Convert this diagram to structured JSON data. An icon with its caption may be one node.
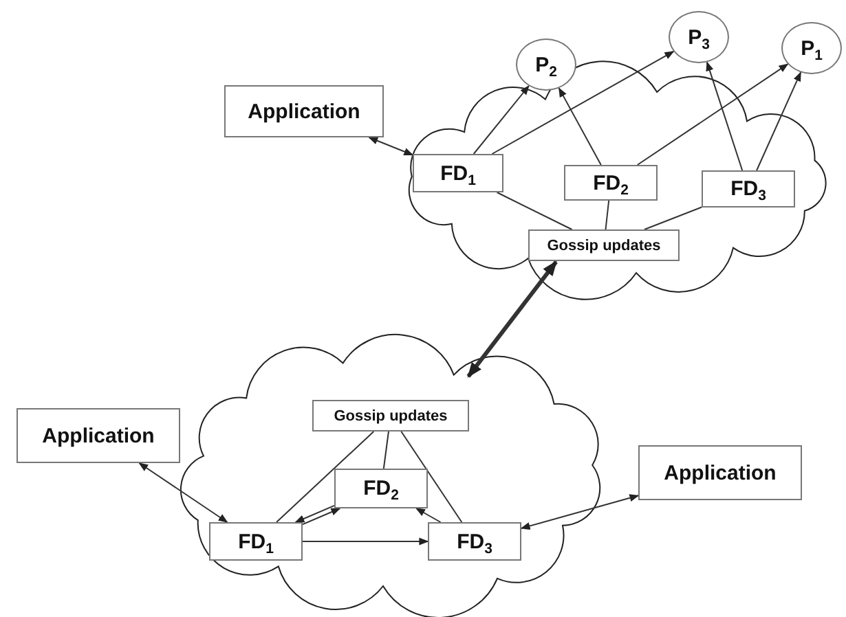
{
  "diagram": {
    "nodes": [
      {
        "text": [
          "P$_{2}$"
        ]
      },
      {
        "text": [
          "P$_{3}$"
        ]
      },
      {
        "text": [
          "P$_{1}$"
        ]
      },
      {
        "text": [
          "Application"
        ]
      },
      {
        "text": [],
        "shape": "cloud"
      },
      {
        "text": [
          "FD$_{1}$"
        ],
        "in": 4
      },
      {
        "text": [
          "FD$_{2}$"
        ],
        "in": 4
      },
      {
        "text": [
          "FD$_{3}$"
        ],
        "in": 4
      },
      {
        "text": [
          "Gossip updates"
        ],
        "in": 4
      },
      {
        "text": [],
        "shape": "cloud"
      },
      {
        "text": [
          "Gossip updates"
        ],
        "in": 9
      },
      {
        "text": [
          "Application"
        ]
      },
      {
        "text": [
          "FD$_{2}$"
        ],
        "in": 9
      },
      {
        "text": [
          "FD$_{1}$"
        ],
        "in": 9
      },
      {
        "text": [
          "FD$_{3}$"
        ],
        "in": 9
      },
      {
        "text": [
          "Application"
        ]
      }
    ],
    "edges": [
      {
        "from": 3,
        "to": 5,
        "arrow": "both"
      },
      {
        "from": 5,
        "to": 0,
        "arrow": "to"
      },
      {
        "from": 5,
        "to": 1,
        "arrow": "to"
      },
      {
        "from": 6,
        "to": 0,
        "arrow": "to"
      },
      {
        "from": 6,
        "to": 2,
        "arrow": "to"
      },
      {
        "from": 7,
        "to": 1,
        "arrow": "to"
      },
      {
        "from": 7,
        "to": 2,
        "arrow": "to"
      },
      {
        "from": 5,
        "to": 8,
        "arrow": "none"
      },
      {
        "from": 6,
        "to": 8,
        "arrow": "none"
      },
      {
        "from": 7,
        "to": 8,
        "arrow": "none"
      },
      {
        "from": 9,
        "to": 4,
        "arrow": "both",
        "style": "thick"
      },
      {
        "from": 11,
        "to": 13,
        "arrow": "both"
      },
      {
        "from": 10,
        "to": 13,
        "arrow": "none"
      },
      {
        "from": 10,
        "to": 12,
        "arrow": "none"
      },
      {
        "from": 10,
        "to": 14,
        "arrow": "none"
      },
      {
        "from": 12,
        "to": 13,
        "arrow": "to"
      },
      {
        "from": 13,
        "to": 12,
        "arrow": "to"
      },
      {
        "from": 13,
        "to": 14,
        "arrow": "to"
      },
      {
        "from": 14,
        "to": 12,
        "arrow": "to"
      },
      {
        "from": 14,
        "to": 15,
        "arrow": "both"
      }
    ]
  }
}
